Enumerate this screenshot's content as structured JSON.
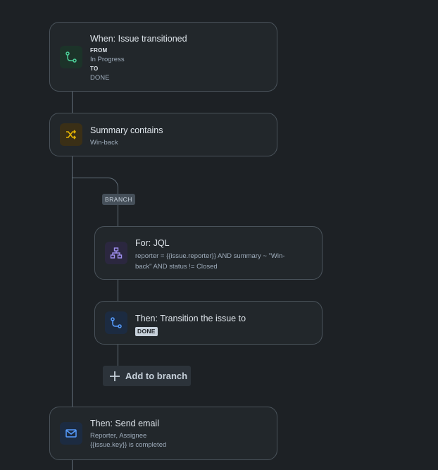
{
  "trigger": {
    "title": "When: Issue transitioned",
    "from_label": "FROM",
    "from_value": "In Progress",
    "to_label": "TO",
    "to_value": "DONE",
    "icon": "transition-icon",
    "icon_bg": "#1c3329",
    "icon_color": "#4bce97"
  },
  "condition": {
    "title": "Summary contains",
    "value": "Win-back",
    "icon": "shuffle-icon",
    "icon_bg": "#3a2f16",
    "icon_color": "#e2b203"
  },
  "branch": {
    "tag": "BRANCH",
    "for_card": {
      "title": "For: JQL",
      "query": "reporter = {{issue.reporter}} AND summary ~ \"Win-back\" AND status != Closed",
      "icon": "hierarchy-icon",
      "icon_bg": "#2b273f",
      "icon_color": "#9f8fef"
    },
    "action_card": {
      "title": "Then: Transition the issue to",
      "status": "DONE",
      "icon": "transition-icon",
      "icon_bg": "#1c2b41",
      "icon_color": "#579dff"
    },
    "add_button": "Add to branch"
  },
  "email": {
    "title": "Then: Send email",
    "recipients": "Reporter, Assignee",
    "body": "{{issue.key}} is completed",
    "icon": "mail-icon",
    "icon_bg": "#1c2b41",
    "icon_color": "#579dff"
  }
}
